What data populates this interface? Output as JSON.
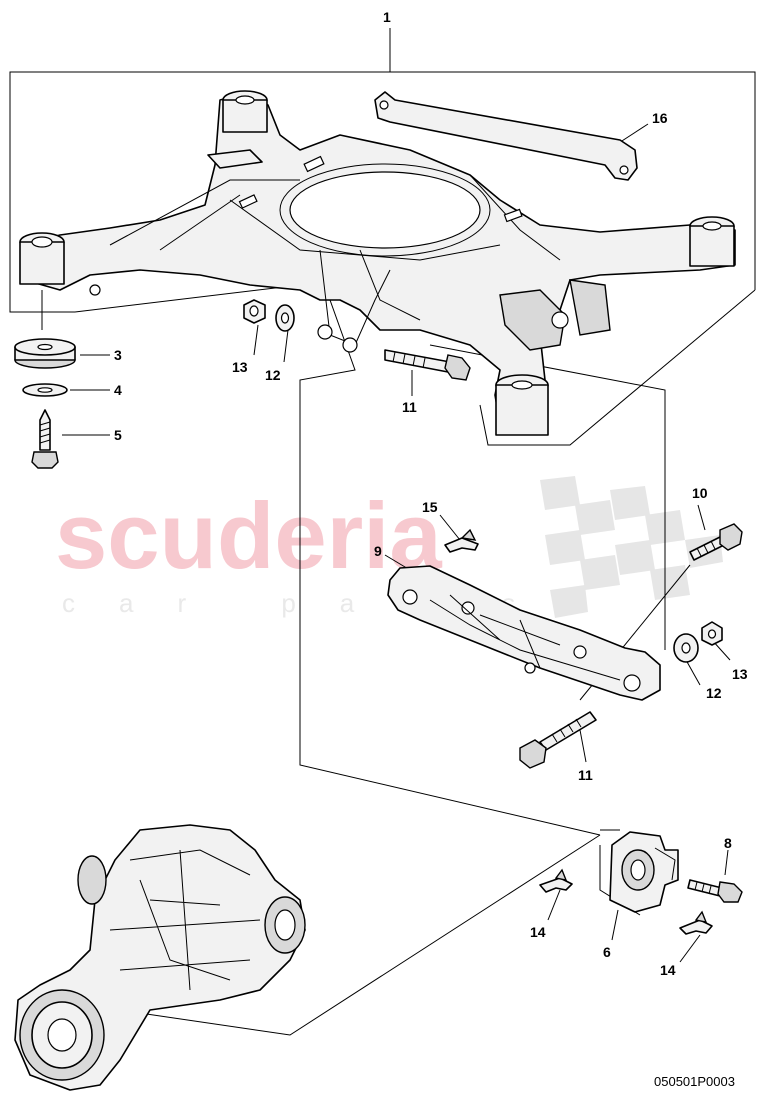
{
  "watermark": {
    "brand": "scuderia",
    "sub": "car parts"
  },
  "diagram_code": "050501P0003",
  "labels": {
    "p1": "1",
    "p3": "3",
    "p4": "4",
    "p5": "5",
    "p6": "6",
    "p8": "8",
    "p9": "9",
    "p10": "10",
    "p11a": "11",
    "p11b": "11",
    "p12a": "12",
    "p12b": "12",
    "p13a": "13",
    "p13b": "13",
    "p14a": "14",
    "p14b": "14",
    "p15": "15",
    "p16": "16"
  },
  "colors": {
    "watermark": "#f7c9cf",
    "ink": "#000000"
  }
}
